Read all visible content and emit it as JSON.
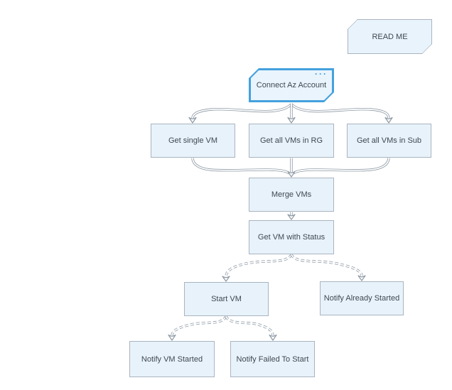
{
  "diagram": {
    "selection_menu": "···",
    "nodes": [
      {
        "label": "READ ME",
        "shape": "chamfered-rect",
        "selected": false
      },
      {
        "label": "Connect Az Account",
        "shape": "chamfered-rect",
        "selected": true
      },
      {
        "label": "Get single VM",
        "shape": "rect",
        "selected": false
      },
      {
        "label": "Get all VMs in RG",
        "shape": "rect",
        "selected": false
      },
      {
        "label": "Get all VMs in Sub",
        "shape": "rect",
        "selected": false
      },
      {
        "label": "Merge VMs",
        "shape": "rect",
        "selected": false
      },
      {
        "label": "Get VM with Status",
        "shape": "rect",
        "selected": false
      },
      {
        "label": "Start VM",
        "shape": "rect",
        "selected": false
      },
      {
        "label": "Notify Already Started",
        "shape": "rect",
        "selected": false
      },
      {
        "label": "Notify VM Started",
        "shape": "rect",
        "selected": false
      },
      {
        "label": "Notify Failed To Start",
        "shape": "rect",
        "selected": false
      }
    ],
    "edges": [
      {
        "from": "Connect Az Account",
        "to": "Get single VM",
        "style": "solid"
      },
      {
        "from": "Connect Az Account",
        "to": "Get all VMs in RG",
        "style": "solid"
      },
      {
        "from": "Connect Az Account",
        "to": "Get all VMs in Sub",
        "style": "solid"
      },
      {
        "from": "Get single VM",
        "to": "Merge VMs",
        "style": "solid"
      },
      {
        "from": "Get all VMs in RG",
        "to": "Merge VMs",
        "style": "solid"
      },
      {
        "from": "Get all VMs in Sub",
        "to": "Merge VMs",
        "style": "solid"
      },
      {
        "from": "Merge VMs",
        "to": "Get VM with Status",
        "style": "solid"
      },
      {
        "from": "Get VM with Status",
        "to": "Start VM",
        "style": "dashed"
      },
      {
        "from": "Get VM with Status",
        "to": "Notify Already Started",
        "style": "dashed"
      },
      {
        "from": "Start VM",
        "to": "Notify VM Started",
        "style": "dashed"
      },
      {
        "from": "Start VM",
        "to": "Notify Failed To Start",
        "style": "dashed"
      }
    ],
    "colors": {
      "node_fill": "#e8f2fa",
      "node_border": "#a9b4c0",
      "selected_border": "#44a1dd",
      "connector": "#8e9aa5",
      "text": "#3f4852",
      "background": "#ffffff"
    }
  }
}
